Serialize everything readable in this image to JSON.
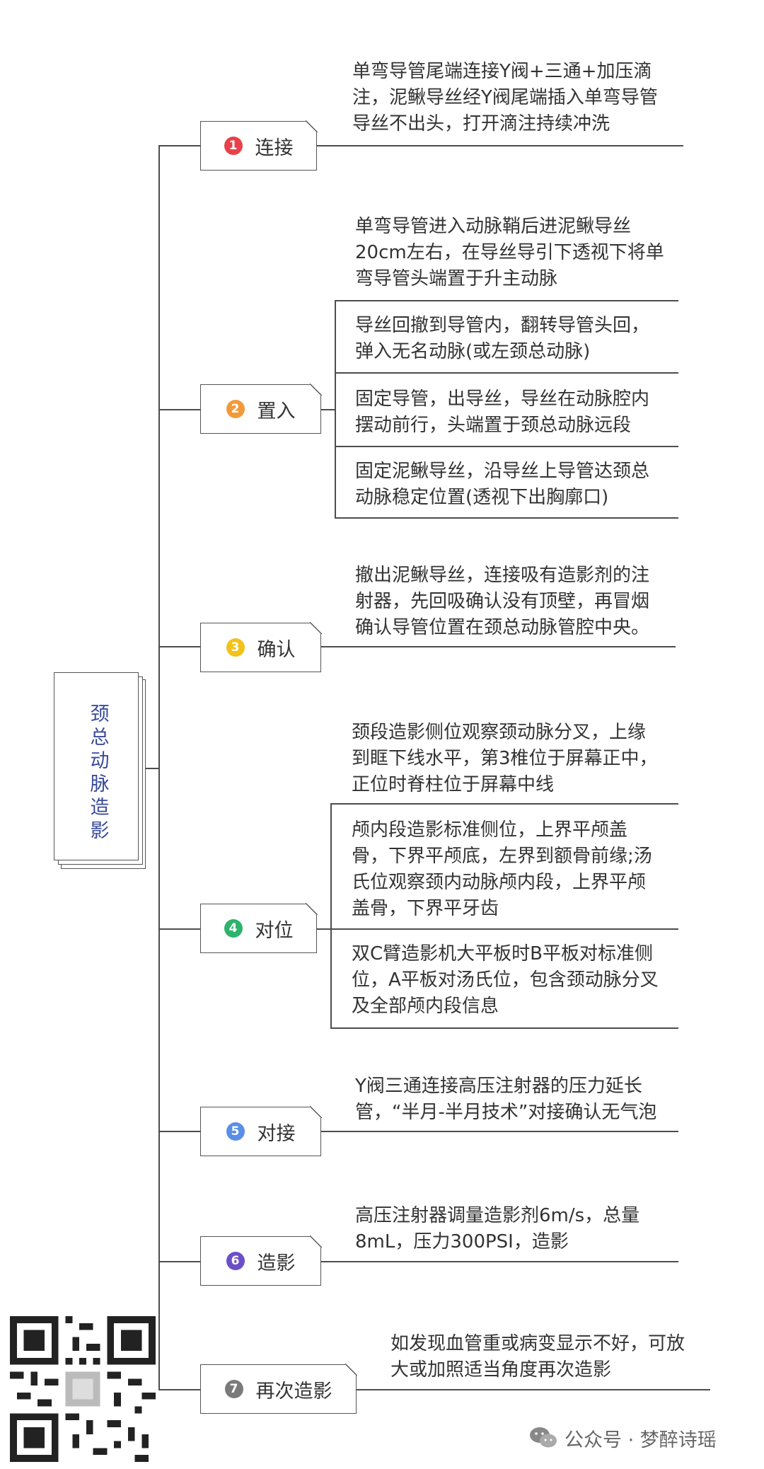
{
  "root": {
    "title": "颈总动脉造影"
  },
  "colors": {
    "line": "#4d4d4d",
    "box_border": "#555555",
    "root_text": "#3a4a9a",
    "badge_1": "#e8414a",
    "badge_2": "#f29a3a",
    "badge_3": "#f2c21b",
    "badge_4": "#2db36b",
    "badge_5": "#5b8ee6",
    "badge_6": "#6b4fc8",
    "badge_7": "#7a7a7a"
  },
  "steps": [
    {
      "num": "1",
      "label": "连接",
      "details": [
        "单弯导管尾端连接Y阀+三通+加压滴\n注，泥鳅导丝经Y阀尾端插入单弯导管\n导丝不出头，打开滴注持续冲洗"
      ]
    },
    {
      "num": "2",
      "label": "置入",
      "details": [
        "单弯导管进入动脉鞘后进泥鳅导丝\n20cm左右，在导丝导引下透视下将单\n弯导管头端置于升主动脉",
        "导丝回撤到导管内，翻转导管头回，\n弹入无名动脉(或左颈总动脉)",
        "固定导管，出导丝，导丝在动脉腔内\n摆动前行，头端置于颈总动脉远段",
        "固定泥鳅导丝，沿导丝上导管达颈总\n动脉稳定位置(透视下出胸廓口)"
      ]
    },
    {
      "num": "3",
      "label": "确认",
      "details": [
        "撤出泥鳅导丝，连接吸有造影剂的注\n射器，先回吸确认没有顶壁，再冒烟\n确认导管位置在颈总动脉管腔中央。"
      ]
    },
    {
      "num": "4",
      "label": "对位",
      "details": [
        "颈段造影侧位观察颈动脉分叉，上缘\n到眶下线水平，第3椎位于屏幕正中，\n正位时脊柱位于屏幕中线",
        "颅内段造影标准侧位，上界平颅盖\n骨，下界平颅底，左界到额骨前缘;汤\n氏位观察颈内动脉颅内段，上界平颅\n盖骨，下界平牙齿",
        "双C臂造影机大平板时B平板对标准侧\n位，A平板对汤氏位，包含颈动脉分叉\n及全部颅内段信息"
      ]
    },
    {
      "num": "5",
      "label": "对接",
      "details": [
        "Y阀三通连接高压注射器的压力延长\n管，“半月-半月技术”对接确认无气泡"
      ]
    },
    {
      "num": "6",
      "label": "造影",
      "details": [
        "高压注射器调量造影剂6m/s，总量\n8mL，压力300PSI，造影"
      ]
    },
    {
      "num": "7",
      "label": "再次造影",
      "details": [
        "如发现血管重或病变显示不好，可放\n大或加照适当角度再次造影"
      ]
    }
  ],
  "watermark": {
    "icon": "wechat-icon",
    "text": "公众号 · 梦醉诗瑶"
  },
  "qr_code": {
    "icon": "qr-code-icon"
  }
}
